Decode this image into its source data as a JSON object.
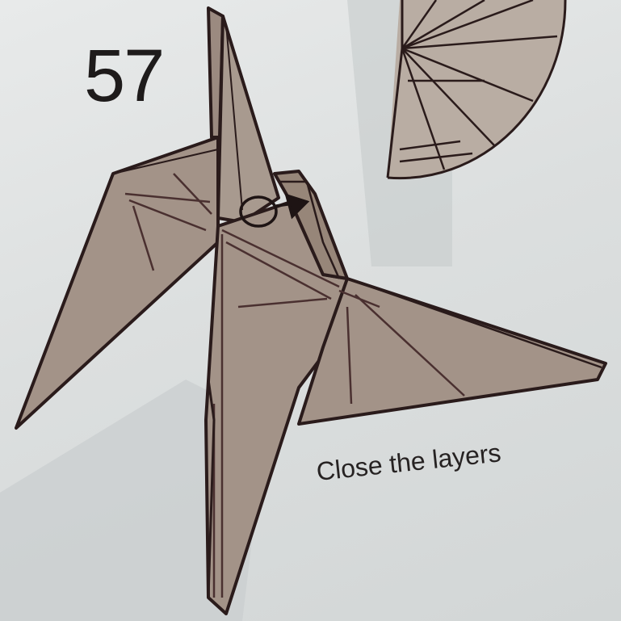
{
  "step": {
    "number": "57",
    "caption": "Close the layers"
  },
  "colors": {
    "paper": "#a39388",
    "paper_shade": "#8f8076",
    "line": "#2a1b1b",
    "crease": "#4a3030",
    "background": "#dcdfdf",
    "shadow": "#c3c8c9"
  },
  "icons": {
    "fold_arrow": "curved-arrow-icon",
    "inset_detail": "radial-crease-detail"
  }
}
